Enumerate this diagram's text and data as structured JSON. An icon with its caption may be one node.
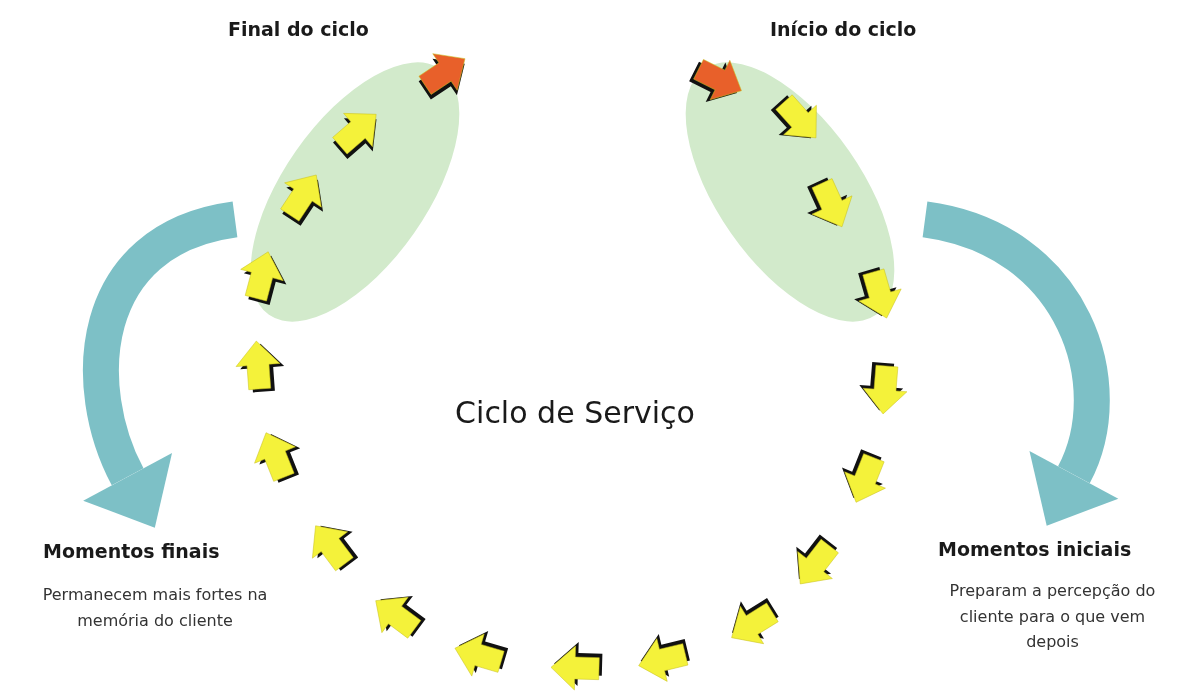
{
  "diagram": {
    "title": "Ciclo de Serviço",
    "nodes": [
      {
        "text": [
          "Final do ciclo"
        ]
      },
      {
        "text": [
          "Início do ciclo"
        ]
      },
      {
        "text": [
          "Momentos finais",
          "Permanecem mais fortes na memória do cliente"
        ]
      },
      {
        "text": [
          "Momentos iniciais",
          "Preparam a percepção do cliente para o que vem depois"
        ]
      }
    ],
    "edges": [
      {
        "from": 0,
        "to": 2,
        "arrow": "to",
        "color": "#7dc0c6"
      },
      {
        "from": 1,
        "to": 3,
        "arrow": "to",
        "color": "#7dc0c6"
      }
    ]
  }
}
